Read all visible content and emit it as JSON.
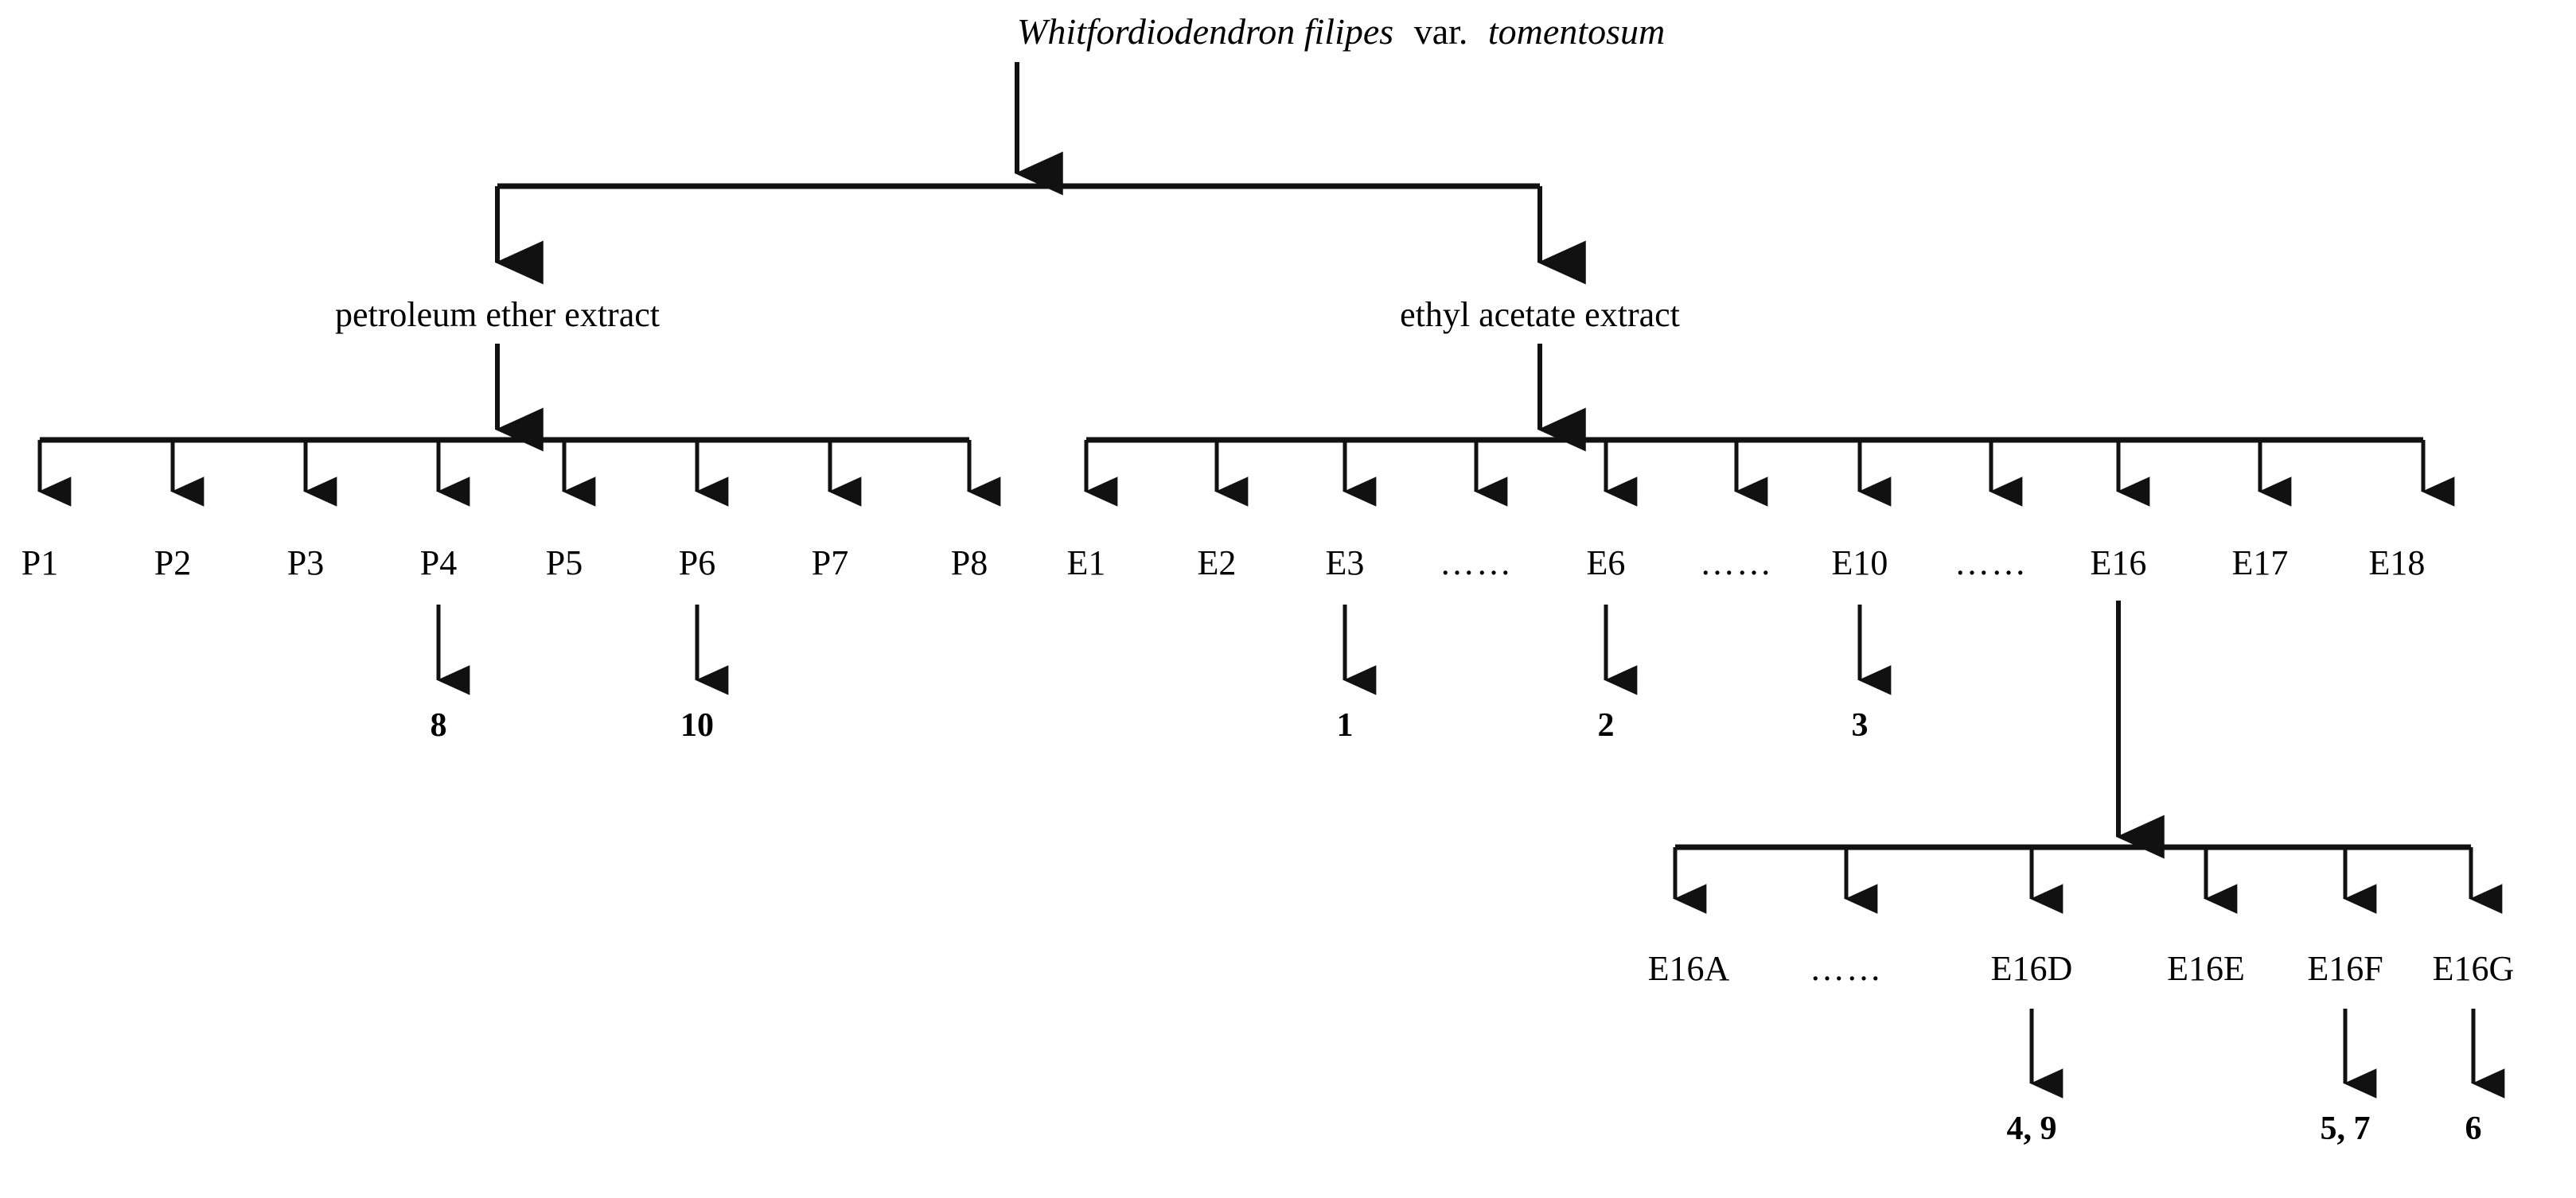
{
  "figure": {
    "type": "flowchart",
    "orientation": "top-down",
    "background": "#ffffff",
    "line_color": "#111111"
  },
  "title": {
    "full_text": "Whitfordiodendron filipes var. tomentosum",
    "genus_species_italic": "Whitfordiodendron filipes",
    "rank_abbrev": "var.",
    "variety_italic": "tomentosum"
  },
  "extracts": [
    {
      "id": "petroleum",
      "label": "petroleum ether extract"
    },
    {
      "id": "ethylacetate",
      "label": "ethyl acetate extract"
    }
  ],
  "petroleum_fractions": [
    {
      "label": "P1",
      "compound": ""
    },
    {
      "label": "P2",
      "compound": ""
    },
    {
      "label": "P3",
      "compound": ""
    },
    {
      "label": "P4",
      "compound": "8"
    },
    {
      "label": "P5",
      "compound": ""
    },
    {
      "label": "P6",
      "compound": "10"
    },
    {
      "label": "P7",
      "compound": ""
    },
    {
      "label": "P8",
      "compound": ""
    }
  ],
  "ethyl_fractions": [
    {
      "label": "E1",
      "compound": ""
    },
    {
      "label": "E2",
      "compound": ""
    },
    {
      "label": "E3",
      "compound": "1"
    },
    {
      "label": "……",
      "compound": ""
    },
    {
      "label": "E6",
      "compound": "2"
    },
    {
      "label": "……",
      "compound": ""
    },
    {
      "label": "E10",
      "compound": "3"
    },
    {
      "label": "……",
      "compound": ""
    },
    {
      "label": "E16",
      "compound": ""
    },
    {
      "label": "E17",
      "compound": ""
    },
    {
      "label": "E18",
      "compound": ""
    }
  ],
  "e16_subfractions": [
    {
      "label": "E16A",
      "compound": ""
    },
    {
      "label": "……",
      "compound": ""
    },
    {
      "label": "E16D",
      "compound": "4, 9"
    },
    {
      "label": "E16E",
      "compound": ""
    },
    {
      "label": "E16F",
      "compound": "5, 7"
    },
    {
      "label": "E16G",
      "compound": "6"
    }
  ],
  "ellipsis_glyph": "……",
  "compounds_listed": [
    "1",
    "2",
    "3",
    "4, 9",
    "5, 7",
    "6",
    "8",
    "10"
  ]
}
